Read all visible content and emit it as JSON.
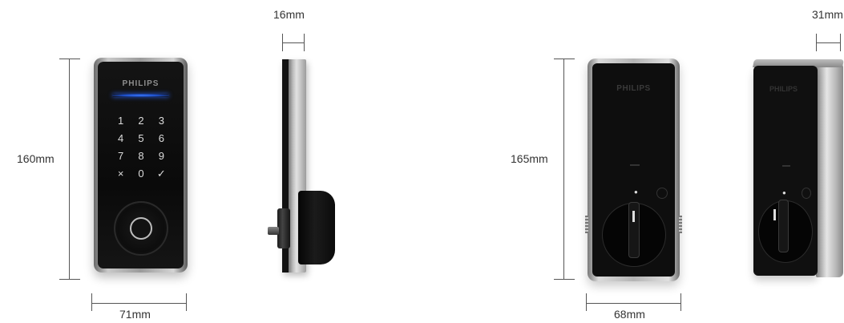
{
  "dimensions": {
    "front_height": "160mm",
    "front_width": "71mm",
    "side_depth": "16mm",
    "back_height": "165mm",
    "back_width": "68mm",
    "back_depth": "31mm"
  },
  "front_lock": {
    "brand": "PHILIPS",
    "keys": [
      "1",
      "2",
      "3",
      "4",
      "5",
      "6",
      "7",
      "8",
      "9",
      "×",
      "0",
      "✓"
    ]
  },
  "back_lock": {
    "brand": "PHILIPS"
  },
  "colors": {
    "accent_blue": "#2a5bdc",
    "body_black": "#0e0e0e",
    "metal": "#c9c9c9"
  }
}
